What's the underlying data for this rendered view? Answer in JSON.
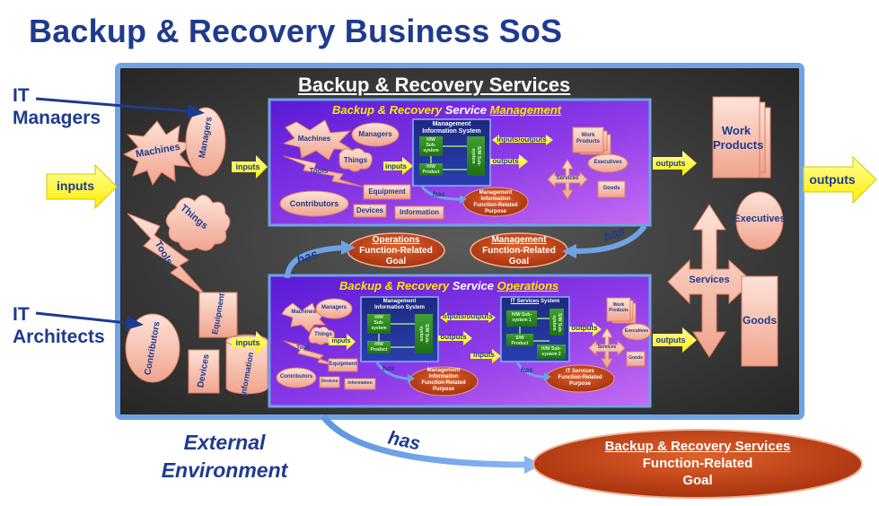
{
  "title": "Backup & Recovery Business SoS",
  "left_labels": {
    "it_managers": [
      "IT",
      "Managers"
    ],
    "it_architects": [
      "IT",
      "Architects"
    ]
  },
  "external_environment": [
    "External",
    "Environment"
  ],
  "outer": {
    "title": "Backup & Recovery Services"
  },
  "inputs_label": "inputs",
  "outputs_label": "outputs",
  "has_label": "has",
  "resources": {
    "machines": "Machines",
    "managers": "Managers",
    "things": "Things",
    "tools": "Tools",
    "equipment": "Equipment",
    "contributors": "Contributors",
    "devices": "Devices",
    "information": "Information"
  },
  "products": {
    "work_products": [
      "Work",
      "Products"
    ],
    "executives": "Executives",
    "services": "Services",
    "goods": "Goods"
  },
  "management": {
    "title_prefix": "Backup & Recovery",
    "title_middle": "Service",
    "title_underlined": "Management",
    "mis_title": [
      "Management",
      "Information System"
    ],
    "hw_subsystem": [
      "H/W",
      "Sub-",
      "system"
    ],
    "sw_subsystem": [
      "S/W Sub-",
      "system"
    ],
    "hw_product": [
      "H/W",
      "Product"
    ],
    "io_label": "inputs/outputs",
    "purpose": [
      "Management",
      "Information",
      "Function-Related",
      "Purpose"
    ]
  },
  "operations": {
    "title_prefix": "Backup & Recovery",
    "title_middle": "Service",
    "title_underlined": "Operations",
    "mis_title": [
      "Management",
      "Information System"
    ],
    "its_title": "IT Services",
    "its_system": "System",
    "hw_subsystem": [
      "H/W",
      "Sub-",
      "system"
    ],
    "sw_subsystem": [
      "S/W Sub-",
      "system"
    ],
    "hw_product": [
      "H/W",
      "Product"
    ],
    "its_hw_subsystem": [
      "H/W Sub-",
      "system 1"
    ],
    "its_sw_subsystem": [
      "S/W Sub-",
      "system"
    ],
    "its_sw_product": [
      "S/W",
      "Product"
    ],
    "its_hw_subsystem2": [
      "H/W Sub-",
      "system 2"
    ],
    "io_label": "inputs/outputs",
    "mis_purpose": [
      "Management",
      "Information",
      "Function-Related",
      "Purpose"
    ],
    "its_purpose": [
      "IT Services",
      "Function-Related",
      "Purpose"
    ]
  },
  "goals": {
    "operations": [
      "Operations",
      "Function-Related",
      "Goal"
    ],
    "management": [
      "Management",
      "Function-Related",
      "Goal"
    ],
    "services": [
      "Backup & Recovery Services",
      "Function-Related",
      "Goal"
    ]
  },
  "colors": {
    "title_blue": "#1e3b8f",
    "frame_blue": "#6fa3e6",
    "yellow": "#ffff33",
    "subtitle_yellow": "#ffe600",
    "goal_orange": "#c8461d",
    "salmon": "#f7c7b5"
  }
}
